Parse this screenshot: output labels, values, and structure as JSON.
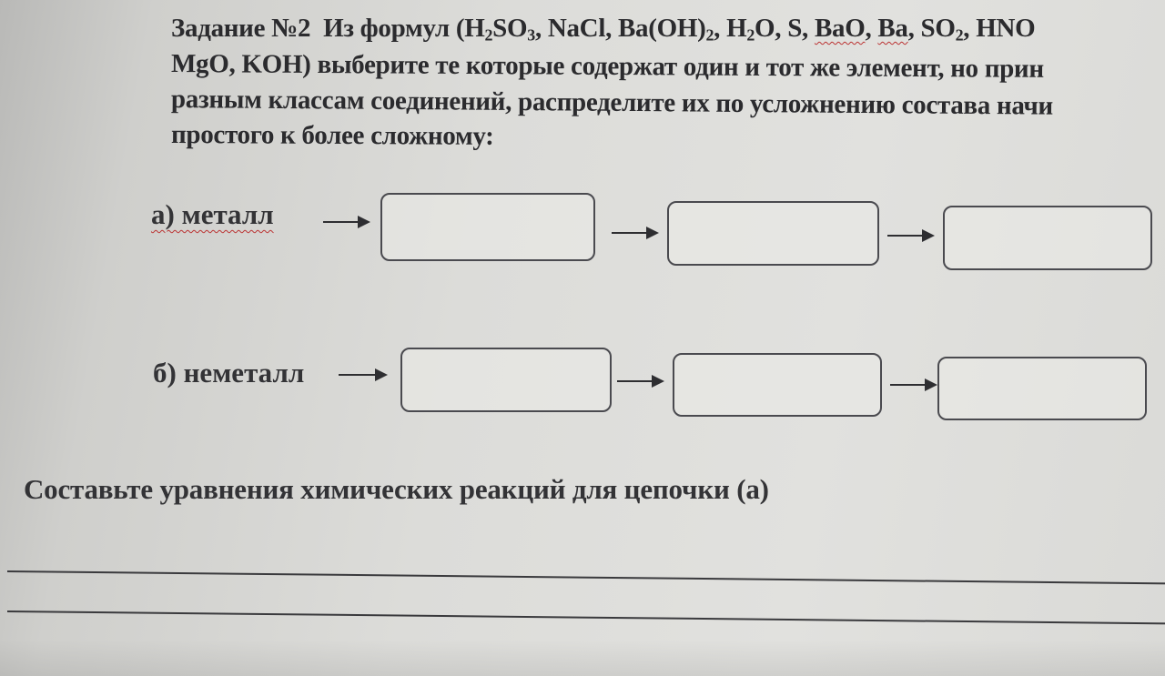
{
  "task": {
    "title": "Задание №2",
    "intro": "Из формул (",
    "formulas": [
      {
        "parts": [
          [
            "H",
            ""
          ],
          [
            "2",
            "sub"
          ],
          [
            "SO",
            ""
          ],
          [
            "3",
            "sub"
          ]
        ]
      },
      {
        "parts": [
          [
            "NaCl",
            ""
          ]
        ]
      },
      {
        "parts": [
          [
            "Ba(OH)",
            ""
          ],
          [
            "2",
            "sub"
          ]
        ]
      },
      {
        "parts": [
          [
            "H",
            ""
          ],
          [
            "2",
            "sub"
          ],
          [
            "O",
            ""
          ]
        ]
      },
      {
        "parts": [
          [
            "S",
            ""
          ]
        ]
      },
      {
        "parts": [
          [
            "BaO",
            ""
          ]
        ]
      },
      {
        "parts": [
          [
            "Ba",
            ""
          ]
        ]
      },
      {
        "parts": [
          [
            "SO",
            ""
          ],
          [
            "2",
            "sub"
          ]
        ]
      },
      {
        "parts": [
          [
            "HNO",
            ""
          ]
        ]
      }
    ],
    "line2": "MgO, KOH) выберите те которые содержат один и тот же элемент, но прин",
    "line3": "разным классам соединений, распределите их по усложнению состава начи",
    "line4": "простого к более сложному:"
  },
  "chains": {
    "a": {
      "label": "а) металл"
    },
    "b": {
      "label": "б) неметалл"
    }
  },
  "instruction": "Составьте уравнения химических реакций для цепочки  (а)"
}
